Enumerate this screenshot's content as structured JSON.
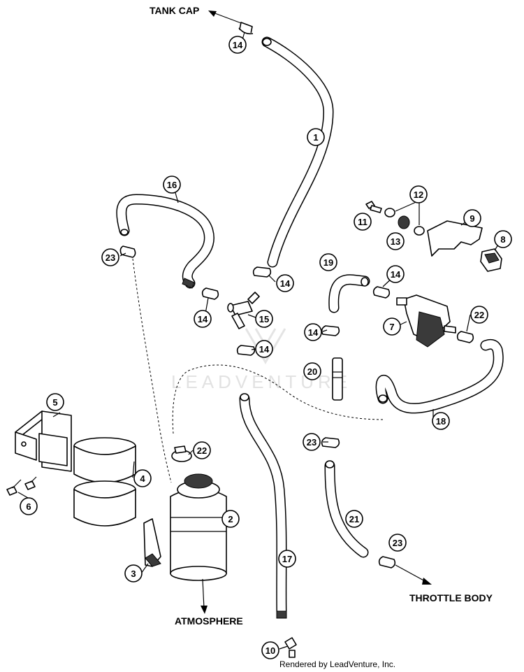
{
  "labels": {
    "tank_cap": "TANK CAP",
    "atmosphere": "ATMOSPHERE",
    "throttle_body": "THROTTLE BODY"
  },
  "callouts": {
    "c1": "1",
    "c2": "2",
    "c3": "3",
    "c4": "4",
    "c5": "5",
    "c6": "6",
    "c7": "7",
    "c8": "8",
    "c9": "9",
    "c10": "10",
    "c11": "11",
    "c12": "12",
    "c13": "13",
    "c14a": "14",
    "c14b": "14",
    "c14c": "14",
    "c14d": "14",
    "c14e": "14",
    "c14f": "14",
    "c15": "15",
    "c16": "16",
    "c17": "17",
    "c18": "18",
    "c19": "19",
    "c20": "20",
    "c21": "21",
    "c22a": "22",
    "c22b": "22",
    "c23a": "23",
    "c23b": "23",
    "c23c": "23"
  },
  "watermark": "LEADVENTURE",
  "footer": "Rendered by LeadVenture, Inc."
}
